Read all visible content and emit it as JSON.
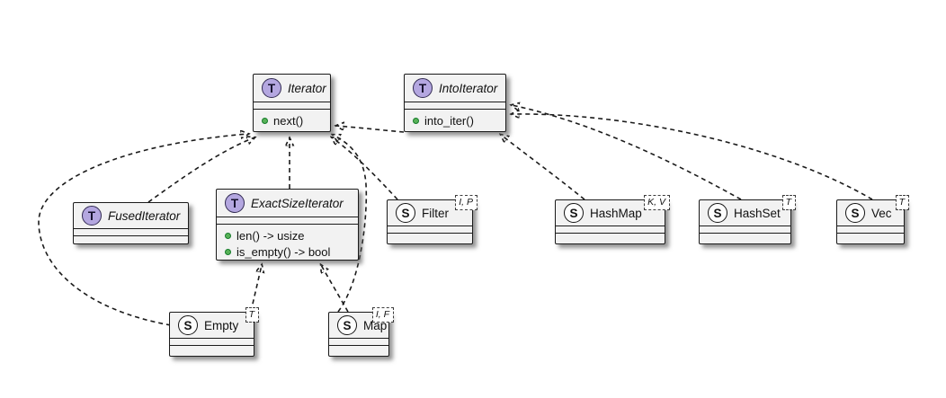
{
  "diagram": {
    "kind": "uml-class-diagram",
    "background": "#ffffff",
    "line_color": "#1b1b1b"
  },
  "colors": {
    "trait_icon_bg": "#b4a7e0",
    "struct_icon_bg": "#fdfdfd",
    "method_bullet_green": "#58b158",
    "box_bg": "#f2f2f2",
    "border": "#1b1b1b"
  },
  "classes": [
    {
      "id": "iterator",
      "kind": "trait",
      "icon_letter": "T",
      "name": "Iterator",
      "generics": "",
      "methods": [
        "next()"
      ]
    },
    {
      "id": "into_iterator",
      "kind": "trait",
      "icon_letter": "T",
      "name": "IntoIterator",
      "generics": "",
      "methods": [
        "into_iter()"
      ]
    },
    {
      "id": "fused_iterator",
      "kind": "trait",
      "icon_letter": "T",
      "name": "FusedIterator",
      "generics": "",
      "methods": []
    },
    {
      "id": "exact_size_iterator",
      "kind": "trait",
      "icon_letter": "T",
      "name": "ExactSizeIterator",
      "generics": "",
      "methods": [
        "len() -> usize",
        "is_empty() -> bool"
      ]
    },
    {
      "id": "filter",
      "kind": "struct",
      "icon_letter": "S",
      "name": "Filter",
      "generics": "I, P",
      "methods": []
    },
    {
      "id": "hashmap",
      "kind": "struct",
      "icon_letter": "S",
      "name": "HashMap",
      "generics": "K, V",
      "methods": []
    },
    {
      "id": "hashset",
      "kind": "struct",
      "icon_letter": "S",
      "name": "HashSet",
      "generics": "T",
      "methods": []
    },
    {
      "id": "vec",
      "kind": "struct",
      "icon_letter": "S",
      "name": "Vec",
      "generics": "T",
      "methods": []
    },
    {
      "id": "empty",
      "kind": "struct",
      "icon_letter": "S",
      "name": "Empty",
      "generics": "T",
      "methods": []
    },
    {
      "id": "map",
      "kind": "struct",
      "icon_letter": "S",
      "name": "Map",
      "generics": "I, F",
      "methods": []
    }
  ],
  "relationships": [
    {
      "from": "Empty",
      "to": "Iterator",
      "type": "realization"
    },
    {
      "from": "FusedIterator",
      "to": "Iterator",
      "type": "realization"
    },
    {
      "from": "ExactSizeIterator",
      "to": "Iterator",
      "type": "realization"
    },
    {
      "from": "Filter",
      "to": "Iterator",
      "type": "realization"
    },
    {
      "from": "Map",
      "to": "Iterator",
      "type": "realization"
    },
    {
      "from": "IntoIterator",
      "to": "Iterator",
      "type": "dependency"
    },
    {
      "from": "HashMap",
      "to": "IntoIterator",
      "type": "realization"
    },
    {
      "from": "HashSet",
      "to": "IntoIterator",
      "type": "realization"
    },
    {
      "from": "Vec",
      "to": "IntoIterator",
      "type": "realization"
    },
    {
      "from": "Empty",
      "to": "ExactSizeIterator",
      "type": "realization"
    },
    {
      "from": "Map",
      "to": "ExactSizeIterator",
      "type": "realization"
    }
  ]
}
